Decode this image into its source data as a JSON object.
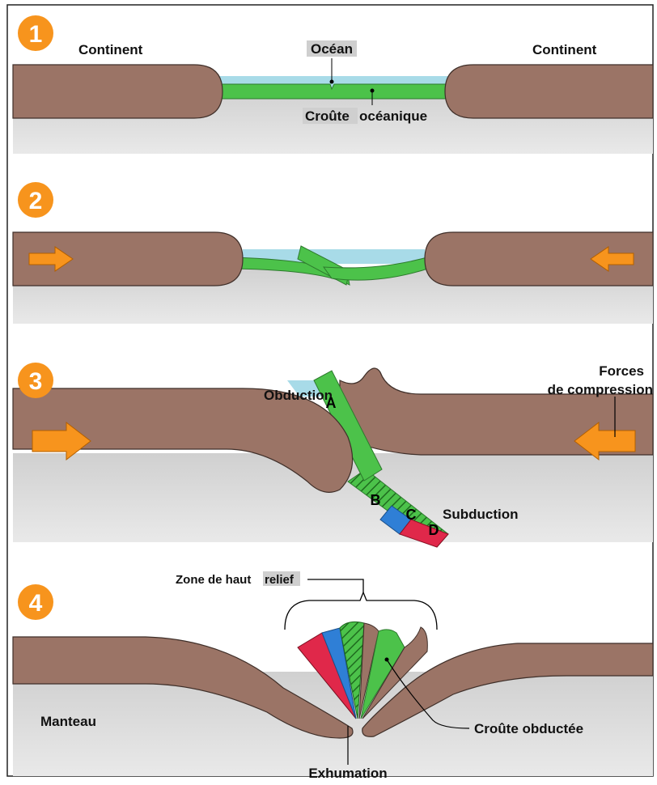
{
  "colors": {
    "crust": "#9b7466",
    "crust_stroke": "#3f2f29",
    "mantle": "#d6d6d6",
    "ocean": "#a8dbe8",
    "ocean_crust": "#4cc24a",
    "arrow": "#f7941d",
    "badge": "#f7941d",
    "blue": "#2f7fd6",
    "red": "#e0284a"
  },
  "panels": [
    {
      "number": "1"
    },
    {
      "number": "2"
    },
    {
      "number": "3"
    },
    {
      "number": "4"
    }
  ],
  "labels": {
    "p1_continent_left": "Continent",
    "p1_ocean": "Océan",
    "p1_continent_right": "Continent",
    "p1_crust_word1": "Croûte",
    "p1_crust_word2": "océanique",
    "p3_obduction": "Obduction",
    "p3_forces_line1": "Forces",
    "p3_forces_line2": "de compression",
    "p3_subduction": "Subduction",
    "p3_A": "A",
    "p3_B": "B",
    "p3_C": "C",
    "p3_D": "D",
    "p4_zone_part1": "Zone de haut",
    "p4_zone_part2": "relief",
    "p4_manteau": "Manteau",
    "p4_croute_obductee": "Croûte obductée",
    "p4_exhumation": "Exhumation"
  }
}
